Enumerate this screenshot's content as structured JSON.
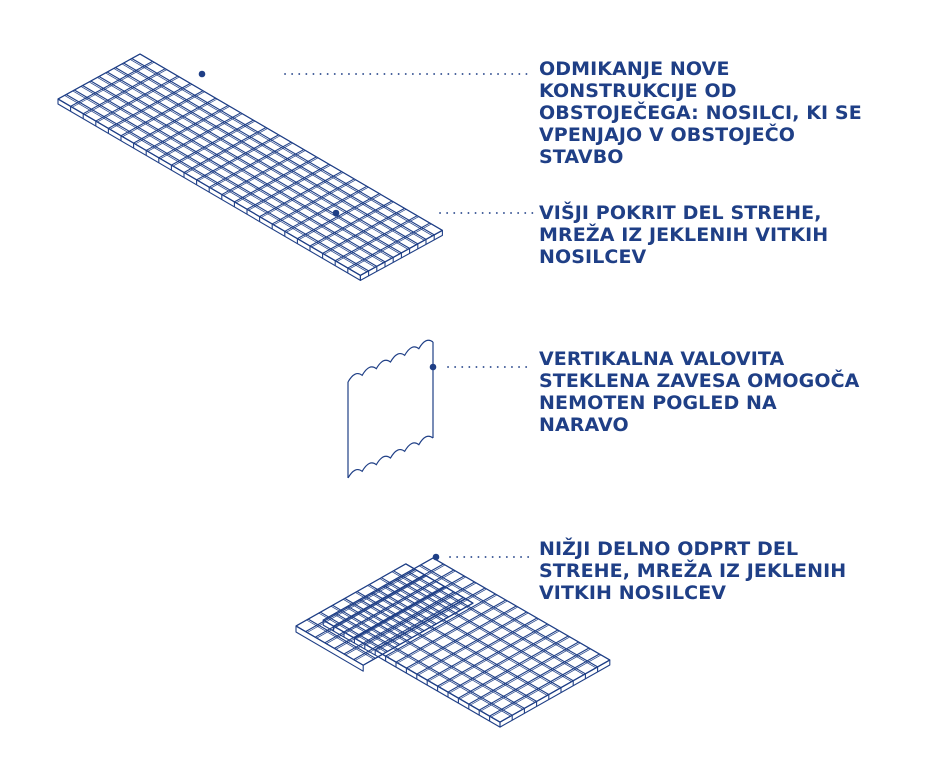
{
  "colors": {
    "accent": "#1f3f86",
    "background": "#ffffff"
  },
  "annotations": [
    {
      "lines": [
        "ODMIKANJE NOVE",
        "KONSTRUKCIJE OD",
        "OBSTOJEČEGA: NOSILCI, KI SE",
        "VPENJAJO V OBSTOJEČO",
        "STAVBO"
      ]
    },
    {
      "lines": [
        "VIŠJI POKRIT DEL STREHE,",
        "MREŽA IZ JEKLENIH VITKIH",
        "NOSILCEV"
      ]
    },
    {
      "lines": [
        "VERTIKALNA VALOVITA",
        "STEKLENA ZAVESA OMOGOČA",
        "NEMOTEN POGLED NA",
        "NARAVO"
      ]
    },
    {
      "lines": [
        "NIŽJI DELNO ODPRT DEL",
        "STREHE, MREŽA IZ JEKLENIH",
        "VITKIH NOSILCEV"
      ]
    }
  ]
}
